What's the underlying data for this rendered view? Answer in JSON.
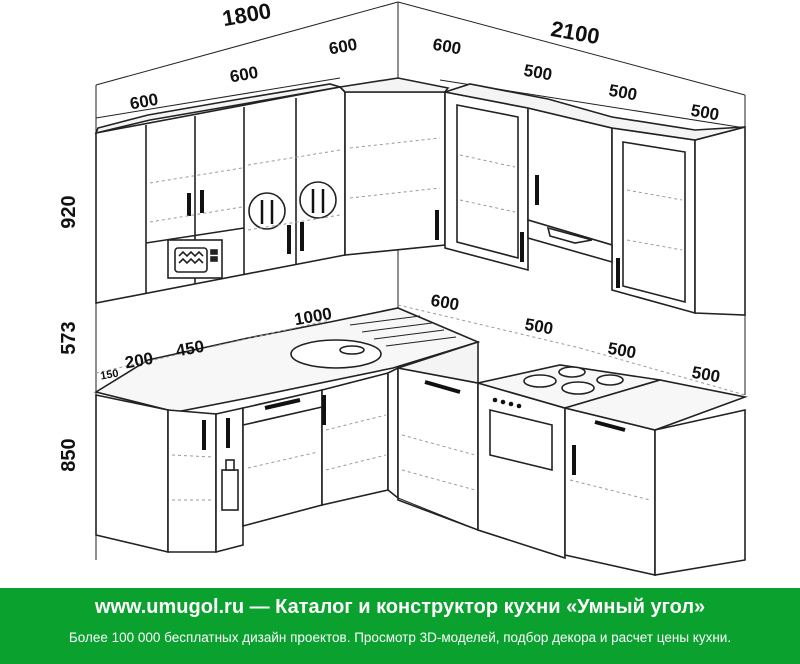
{
  "dimensions": {
    "top_left_total": "1800",
    "top_right_total": "2100",
    "upper_left_1": "600",
    "upper_left_2": "600",
    "upper_corner_left": "600",
    "upper_corner_right": "600",
    "upper_right_1": "500",
    "upper_right_2": "500",
    "upper_right_3": "500",
    "height_upper": "920",
    "height_gap": "573",
    "height_base": "850",
    "base_150": "150",
    "base_200": "200",
    "base_450": "450",
    "base_1000": "1000",
    "base_600": "600",
    "base_500_a": "500",
    "base_500_b": "500",
    "base_500_c": "500"
  },
  "footer": {
    "title": "www.umugol.ru  —  Каталог и конструктор кухни «Умный угол»",
    "subtitle": "Более 100 000 бесплатных дизайн проектов. Просмотр 3D-моделей, подбор декора и расчет цены кухни."
  },
  "colors": {
    "footer_bg": "#0aa12f",
    "footer_text": "#ffffff",
    "line": "#222222",
    "shelf_dash": "#9a9a9a"
  }
}
